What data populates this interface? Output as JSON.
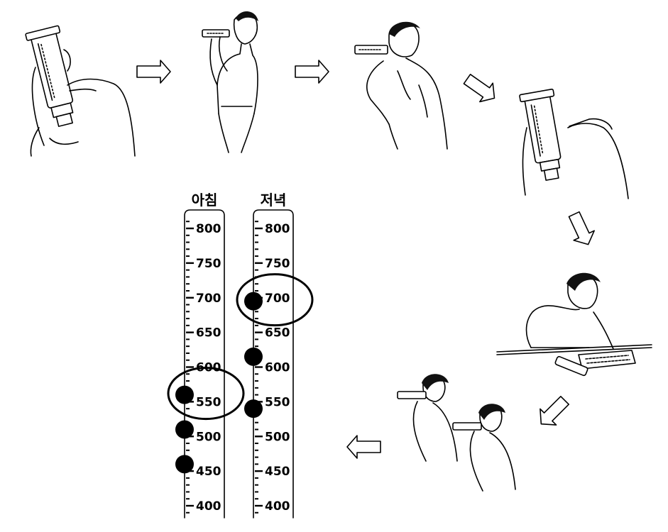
{
  "gauges": [
    {
      "title": "아침",
      "labels": [
        "800",
        "750",
        "700",
        "650",
        "600",
        "550",
        "500",
        "450",
        "400"
      ],
      "readings": [
        560,
        510,
        460
      ],
      "circled": 560
    },
    {
      "title": "저녁",
      "labels": [
        "800",
        "750",
        "700",
        "650",
        "600",
        "550",
        "500",
        "450",
        "400"
      ],
      "readings": [
        695,
        615,
        540
      ],
      "circled": 695
    }
  ],
  "steps": [
    "peak-flow-meter-reset",
    "stand-upright-with-meter",
    "blow-into-meter",
    "read-meter-value",
    "record-reading",
    "repeat-measurement"
  ]
}
